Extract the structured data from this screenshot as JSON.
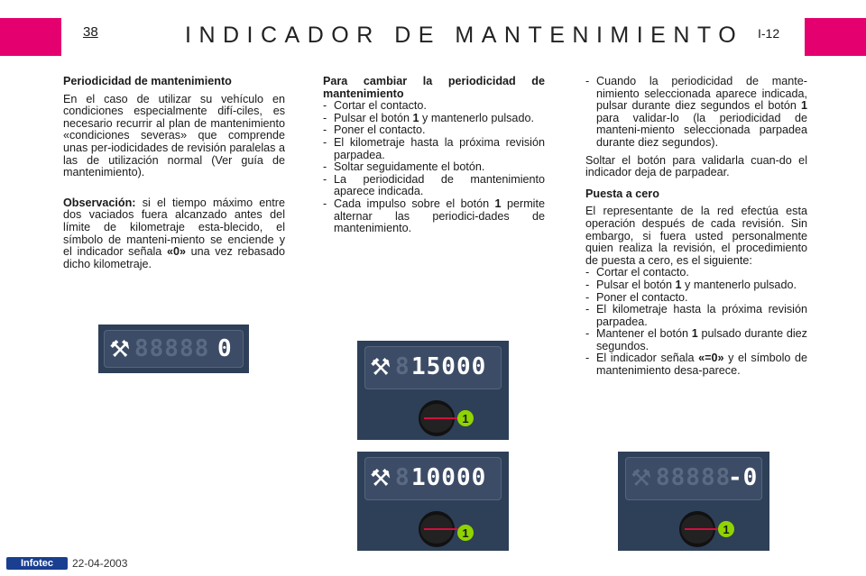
{
  "header": {
    "page_number": "38",
    "title": "INDICADOR DE MANTENIMIENTO",
    "code": "I-12",
    "accent_color": "#e4006e"
  },
  "col1": {
    "heading": "Periodicidad de mantenimiento",
    "para": "En el caso de utilizar su vehículo en condiciones especialmente difí-ciles, es necesario recurrir al plan de mantenimiento «condiciones severas» que comprende unas per-iodicidades de revisión paralelas a las de utilización normal (Ver guía de mantenimiento).",
    "obs_label": "Observación:",
    "obs_text_1": " si el tiempo máximo entre dos vaciados fuera alcanzado antes del límite de kilometraje esta-blecido, el símbolo de manteni-miento se enciende y el indicador señala ",
    "obs_bold": "«0»",
    "obs_text_2": " una vez rebasado dicho kilometraje."
  },
  "col2": {
    "heading": "Para cambiar la periodicidad de mantenimiento",
    "steps": [
      {
        "a": "Cortar el contacto.",
        "b": "",
        "c": ""
      },
      {
        "a": "Pulsar el botón ",
        "b": "1",
        "c": " y mantenerlo pulsado."
      },
      {
        "a": "Poner el contacto.",
        "b": "",
        "c": ""
      },
      {
        "a": "El kilometraje hasta la próxima revisión parpadea.",
        "b": "",
        "c": ""
      },
      {
        "a": "Soltar seguidamente el botón.",
        "b": "",
        "c": ""
      },
      {
        "a": "La periodicidad de mantenimiento aparece indicada.",
        "b": "",
        "c": ""
      },
      {
        "a": "Cada impulso sobre el botón ",
        "b": "1",
        "c": " permite alternar las periodici-dades de mantenimiento."
      }
    ]
  },
  "col3": {
    "step_a": "Cuando la periodicidad de mante-nimiento seleccionada aparece indicada, pulsar durante diez segundos el botón ",
    "step_b": "1",
    "step_c": " para validar-lo (la periodicidad de manteni-miento seleccionada parpadea durante diez segundos).",
    "release": "Soltar el botón para validarla cuan-do el indicador deja de parpadear.",
    "reset_heading": "Puesta a cero",
    "reset_para": "El representante de la red efectúa esta operación después de cada revisión. Sin embargo, si fuera usted personalmente quien realiza la revisión, el procedimiento de puesta a cero, es el siguiente:",
    "steps": [
      {
        "a": "Cortar el contacto.",
        "b": "",
        "c": ""
      },
      {
        "a": "Pulsar el botón ",
        "b": "1",
        "c": " y mantenerlo pulsado."
      },
      {
        "a": "Poner el contacto.",
        "b": "",
        "c": ""
      },
      {
        "a": "El kilometraje hasta la próxima revisión parpadea.",
        "b": "",
        "c": ""
      },
      {
        "a": "Mantener el botón ",
        "b": "1",
        "c": " pulsado durante diez segundos."
      },
      {
        "a": "El indicador señala ",
        "b": "«=0»",
        "c": " y el símbolo de mantenimiento desa-parece."
      }
    ]
  },
  "displays": {
    "d1": {
      "lit": "0",
      "ghost": "88888"
    },
    "d2": {
      "lit": "15000",
      "ghost": "8"
    },
    "d3": {
      "lit": "10000",
      "ghost": "8"
    },
    "d4": {
      "lit": "-0",
      "ghost": "88888"
    },
    "callout_label": "1",
    "panel_color": "#2e3f58",
    "callout_color": "#8fd400"
  },
  "footer": {
    "logo": "Infotec",
    "date": "22-04-2003"
  }
}
